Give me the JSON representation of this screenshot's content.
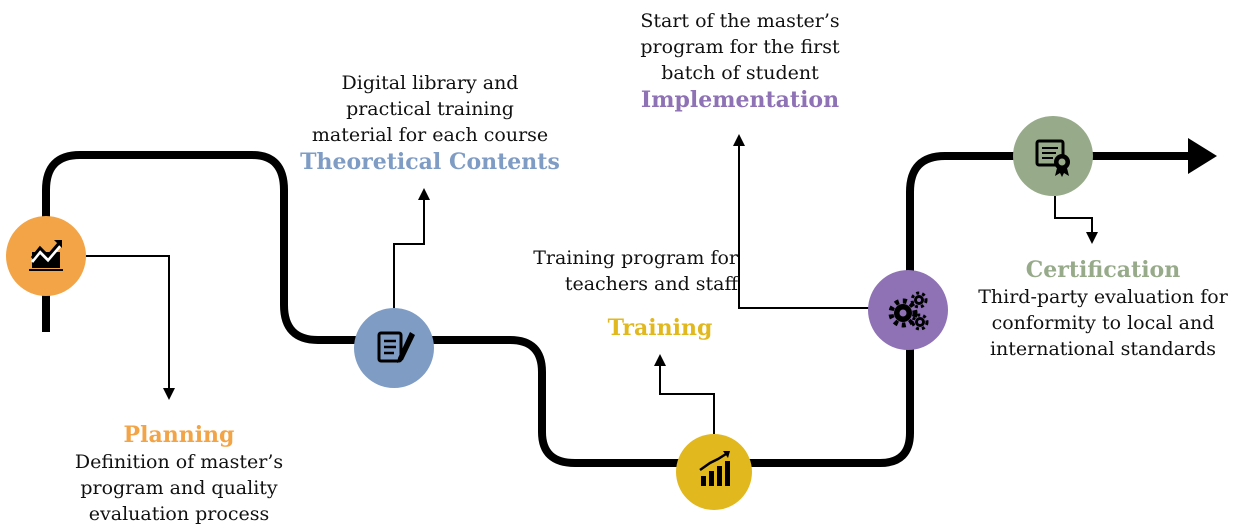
{
  "colors": {
    "path": "#000000",
    "planning": "#F2A446",
    "theoretical": "#7E9CC4",
    "training": "#E2B81F",
    "implementation": "#8E72B5",
    "certification": "#97AB8A"
  },
  "stages": {
    "planning": {
      "title": "Planning",
      "desc_lines": [
        "Definition of master’s",
        "program and quality",
        "evaluation process"
      ],
      "icon": "trend-chart-icon"
    },
    "theoretical": {
      "title": "Theoretical Contents",
      "desc_lines": [
        "Digital library and",
        "practical training",
        "material for each course"
      ],
      "icon": "document-pen-icon"
    },
    "training": {
      "title": "Training",
      "desc_lines": [
        "Training program for",
        "teachers and staff"
      ],
      "icon": "bar-chart-icon"
    },
    "implementation": {
      "title": "Implementation",
      "desc_lines": [
        "Start of the master’s",
        "program for the first",
        "batch of student"
      ],
      "icon": "gears-icon"
    },
    "certification": {
      "title": "Certification",
      "desc_lines": [
        "Third-party evaluation for",
        "conformity to local and",
        "international standards"
      ],
      "icon": "certificate-icon"
    }
  }
}
